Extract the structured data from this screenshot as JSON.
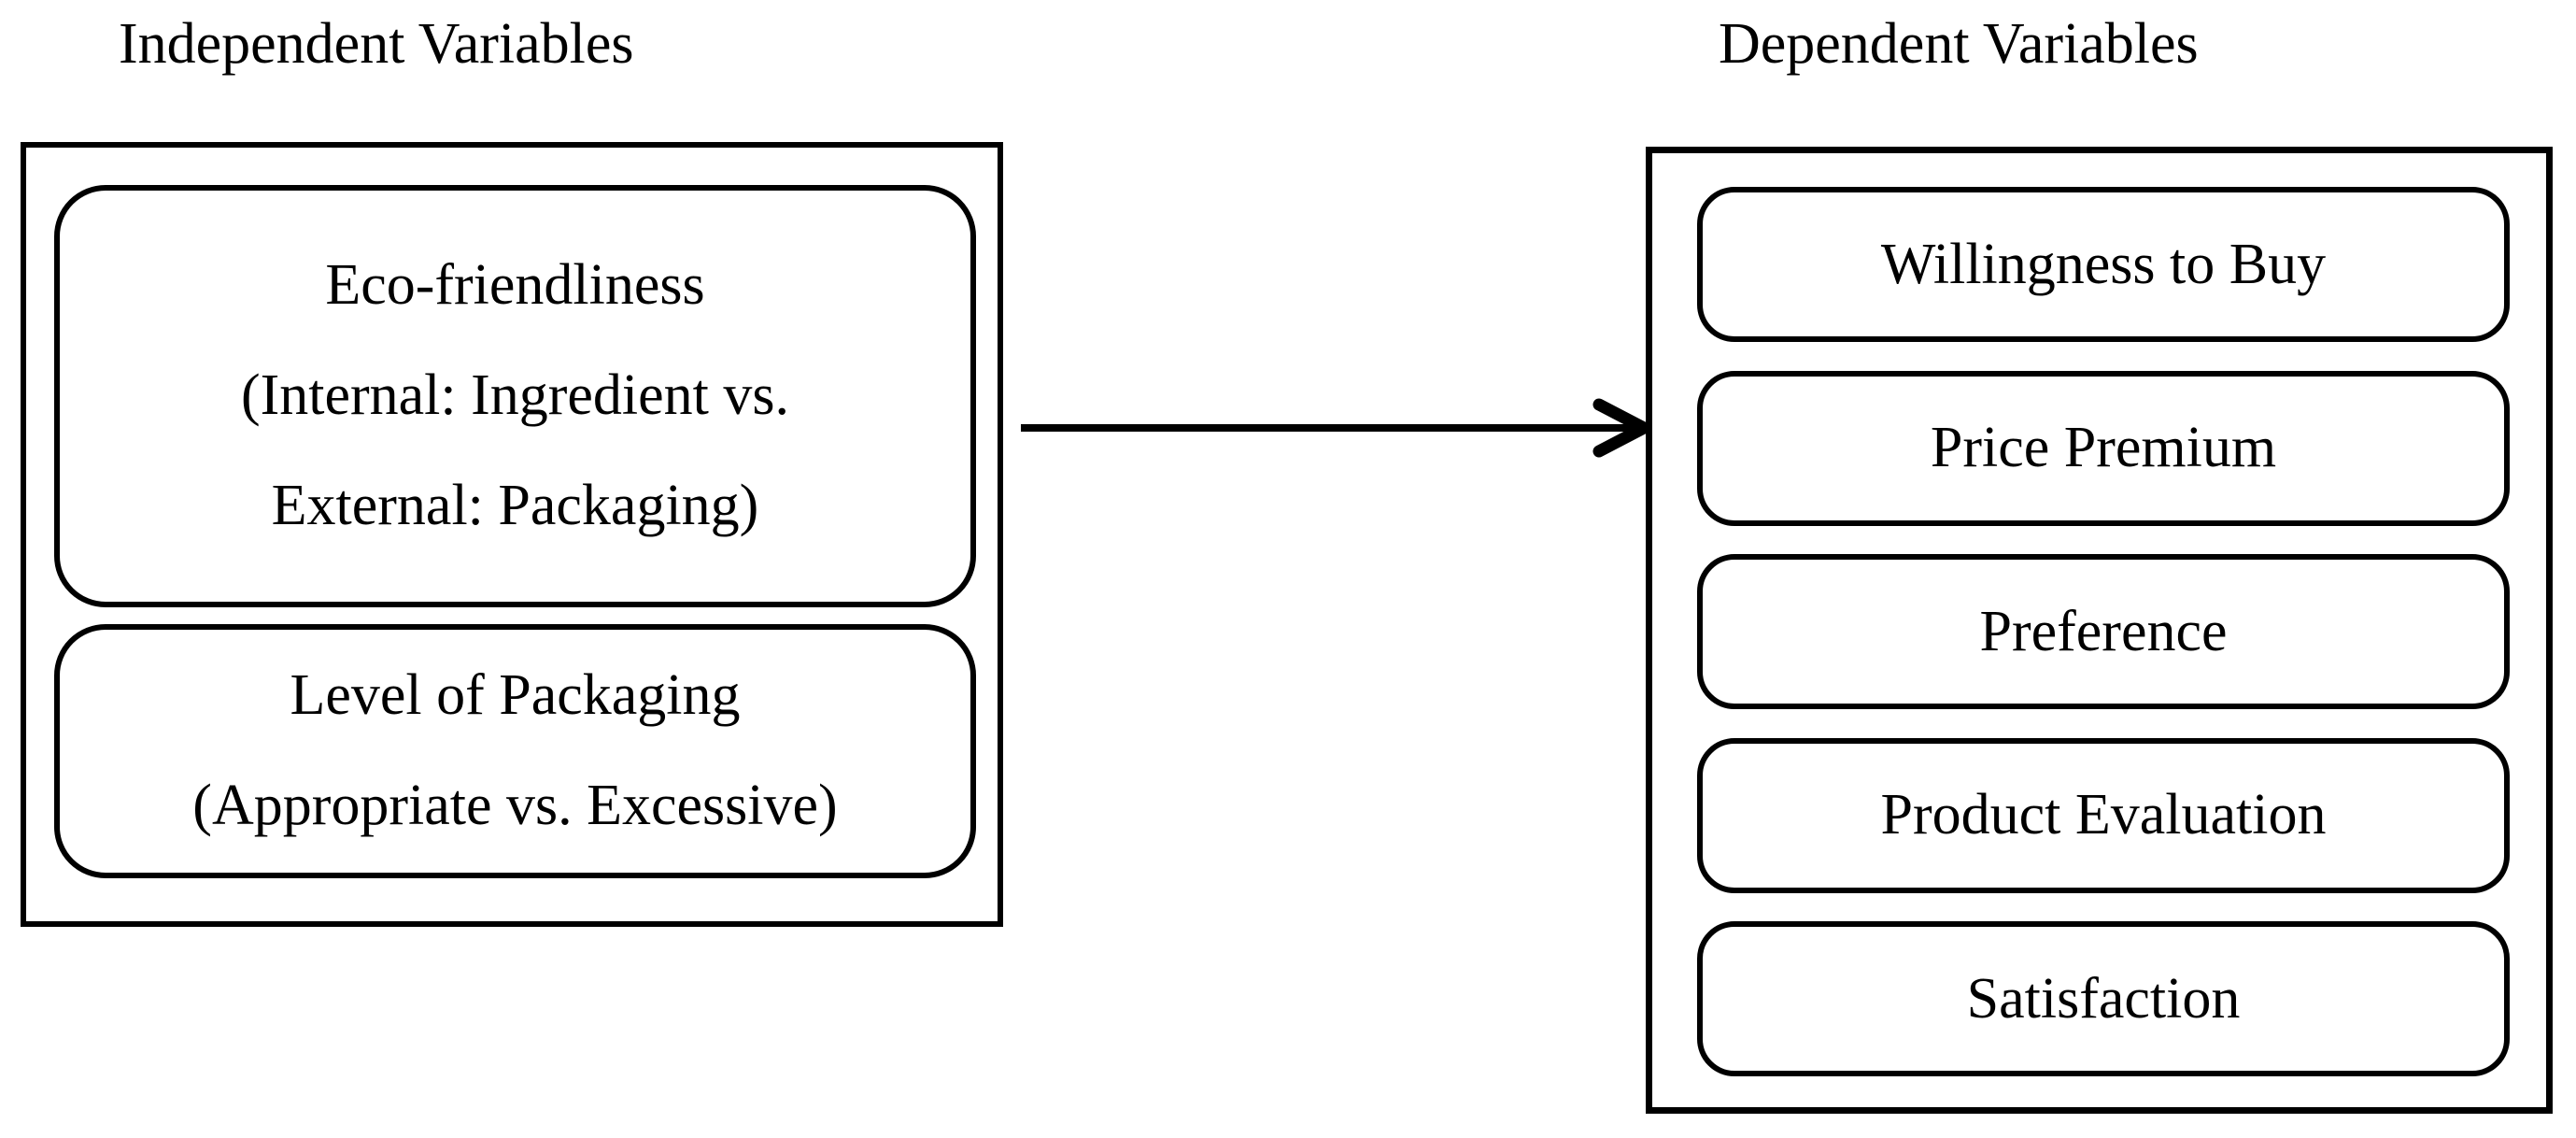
{
  "diagram": {
    "background_color": "#ffffff",
    "stroke_color": "#000000",
    "independent": {
      "title": "Independent Variables",
      "boxes": [
        {
          "line1": "Eco-friendliness",
          "line2": "(Internal: Ingredient vs.",
          "line3": "External: Packaging)"
        },
        {
          "line1": "Level of Packaging",
          "line2": "(Appropriate vs. Excessive)"
        }
      ]
    },
    "arrow": {
      "icon": "arrow-right-icon",
      "direction": "left-to-right"
    },
    "dependent": {
      "title": "Dependent Variables",
      "boxes": [
        {
          "label": "Willingness to Buy"
        },
        {
          "label": "Price Premium"
        },
        {
          "label": "Preference"
        },
        {
          "label": "Product Evaluation"
        },
        {
          "label": "Satisfaction"
        }
      ]
    }
  }
}
